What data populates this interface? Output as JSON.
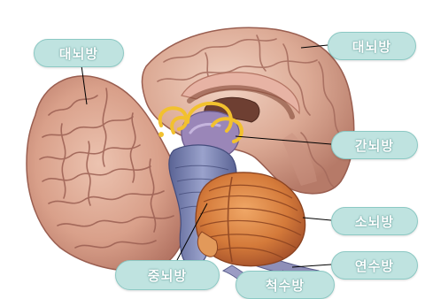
{
  "labels": {
    "cerebrum_left": "대뇌방",
    "cerebrum_right": "대뇌방",
    "diencephalon": "간뇌방",
    "cerebellum": "소뇌방",
    "medulla": "연수방",
    "midbrain": "중뇌방",
    "spinal_cord": "척수방"
  },
  "colors": {
    "label_fill": "#bfe3e0",
    "brain_tissue": "#d9a28c",
    "cerebellum": "#c4692e",
    "brainstem": "#7d85b3",
    "thalamus": "#9a86b8",
    "fornix": "#f2c12e",
    "leader_line": "#000000"
  }
}
